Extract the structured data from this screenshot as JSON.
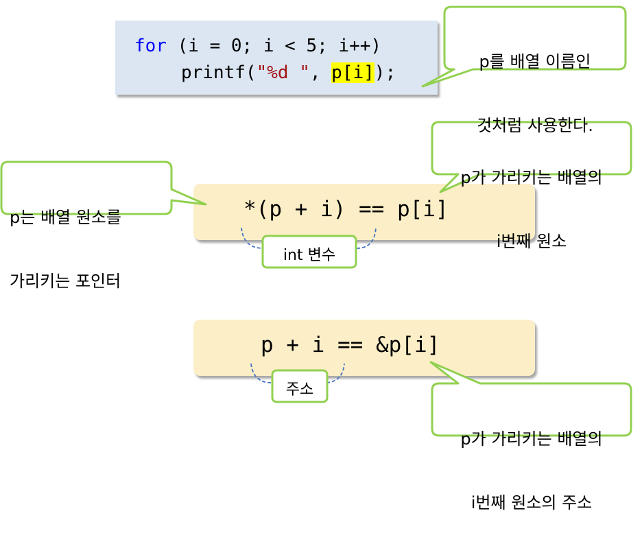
{
  "code": {
    "line1": {
      "kw": "for",
      "rest": " (i = 0; i < 5; i++)"
    },
    "line2": {
      "pre": "printf(",
      "str": "\"%d \"",
      "mid": ", ",
      "hl": "p[i]",
      "post": ");"
    }
  },
  "callouts": {
    "top_right": {
      "line1": "p를 배열 이름인",
      "line2": "것처럼 사용한다."
    },
    "left_pointer": {
      "line1": "p는 배열 원소를",
      "line2": "가리키는 포인터"
    },
    "ith_element": {
      "line1": "p가 가리키는 배열의",
      "line2": "i번째 원소"
    },
    "ith_element_address": {
      "line1": "p가 가리키는 배열의",
      "line2": "i번째 원소의 주소"
    }
  },
  "expressions": {
    "deref": "*(p + i) == p[i]",
    "address": "p + i == &p[i]"
  },
  "tags": {
    "int_var": "int 변수",
    "address": "주소"
  },
  "colors": {
    "callout_border": "#92d050",
    "brace": "#4472c4",
    "code_bg": "#dce6f2",
    "expr_bg": "#fcefc8",
    "highlight": "#ffff00",
    "keyword": "#0000ff",
    "string": "#a31515"
  }
}
